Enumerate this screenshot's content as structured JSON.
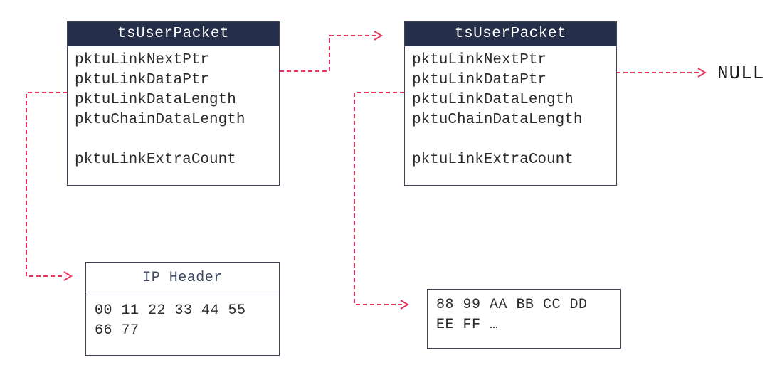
{
  "packet_left": {
    "title": "tsUserPacket",
    "fields": [
      "pktuLinkNextPtr",
      "pktuLinkDataPtr",
      "pktuLinkDataLength",
      "pktuChainDataLength",
      "pktuLinkExtraCount"
    ]
  },
  "packet_right": {
    "title": "tsUserPacket",
    "fields": [
      "pktuLinkNextPtr",
      "pktuLinkDataPtr",
      "pktuLinkDataLength",
      "pktuChainDataLength",
      "pktuLinkExtraCount"
    ]
  },
  "ip_header_box": {
    "title": "IP Header",
    "bytes_line1": "00 11 22 33 44 55",
    "bytes_line2": "66 77"
  },
  "data_box": {
    "bytes_line1": "88 99 AA BB CC DD",
    "bytes_line2": "EE FF …"
  },
  "null_label": "NULL",
  "colors": {
    "header_bg": "#262f49",
    "arrow": "#e8335d",
    "border": "#3b4257"
  }
}
